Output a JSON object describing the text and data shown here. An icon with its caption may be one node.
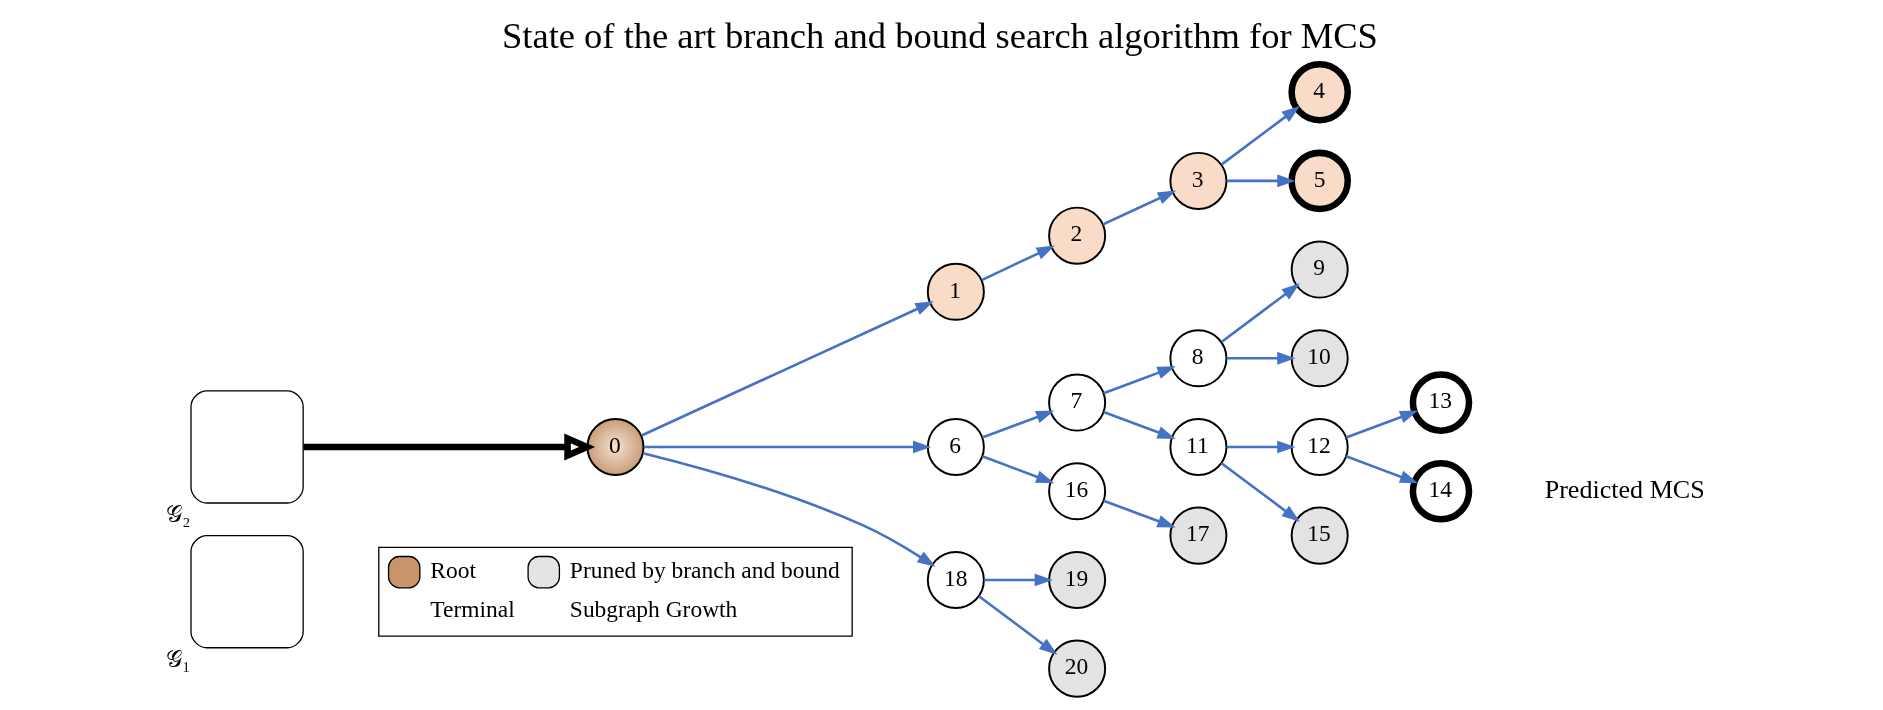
{
  "diagram": {
    "title": "State of the art branch and bound search algorithm for MCS",
    "nodes": [
      {
        "text": [],
        "shape": "box",
        "beside": [
          "𝒢₁"
        ]
      },
      {
        "text": [],
        "shape": "box",
        "beside": [
          "𝒢₂"
        ]
      },
      {
        "text": [
          "0"
        ]
      },
      {
        "text": [
          "1"
        ]
      },
      {
        "text": [
          "2"
        ]
      },
      {
        "text": [
          "3"
        ]
      },
      {
        "text": [
          "4"
        ]
      },
      {
        "text": [
          "5"
        ]
      },
      {
        "text": [
          "6"
        ]
      },
      {
        "text": [
          "7"
        ]
      },
      {
        "text": [
          "8"
        ]
      },
      {
        "text": [
          "9"
        ]
      },
      {
        "text": [
          "10"
        ]
      },
      {
        "text": [
          "11"
        ]
      },
      {
        "text": [
          "12"
        ]
      },
      {
        "text": [
          "13"
        ]
      },
      {
        "text": [
          "14"
        ]
      },
      {
        "text": [
          "15"
        ]
      },
      {
        "text": [
          "16"
        ]
      },
      {
        "text": [
          "17"
        ]
      },
      {
        "text": [
          "18"
        ]
      },
      {
        "text": [
          "19"
        ]
      },
      {
        "text": [
          "20"
        ]
      }
    ],
    "edges": [
      {
        "from": 1,
        "to": 2,
        "arrow": "to",
        "style": "thick",
        "color": "#000000"
      },
      {
        "from": 2,
        "to": 3,
        "arrow": "to"
      },
      {
        "from": 2,
        "to": 8,
        "arrow": "to"
      },
      {
        "from": 2,
        "to": 20,
        "arrow": "to"
      },
      {
        "from": 3,
        "to": 4,
        "arrow": "to"
      },
      {
        "from": 4,
        "to": 5,
        "arrow": "to"
      },
      {
        "from": 5,
        "to": 6,
        "arrow": "to"
      },
      {
        "from": 5,
        "to": 7,
        "arrow": "to"
      },
      {
        "from": 8,
        "to": 9,
        "arrow": "to"
      },
      {
        "from": 8,
        "to": 18,
        "arrow": "to"
      },
      {
        "from": 9,
        "to": 10,
        "arrow": "to"
      },
      {
        "from": 9,
        "to": 13,
        "arrow": "to"
      },
      {
        "from": 10,
        "to": 11,
        "arrow": "to"
      },
      {
        "from": 10,
        "to": 12,
        "arrow": "to"
      },
      {
        "from": 13,
        "to": 14,
        "arrow": "to"
      },
      {
        "from": 13,
        "to": 17,
        "arrow": "to"
      },
      {
        "from": 14,
        "to": 15,
        "arrow": "to"
      },
      {
        "from": 14,
        "to": 16,
        "arrow": "to"
      },
      {
        "from": 18,
        "to": 19,
        "arrow": "to"
      },
      {
        "from": 20,
        "to": 21,
        "arrow": "to"
      },
      {
        "from": 20,
        "to": 22,
        "arrow": "to"
      }
    ],
    "labels": [
      "Predicted MCS"
    ],
    "legend": [
      {
        "text": "Root",
        "color": "#c8956b"
      },
      {
        "text": "Pruned by branch and bound",
        "color": "#e3e3e3"
      },
      {
        "text": "Terminal"
      },
      {
        "text": "Subgraph Growth"
      }
    ]
  }
}
